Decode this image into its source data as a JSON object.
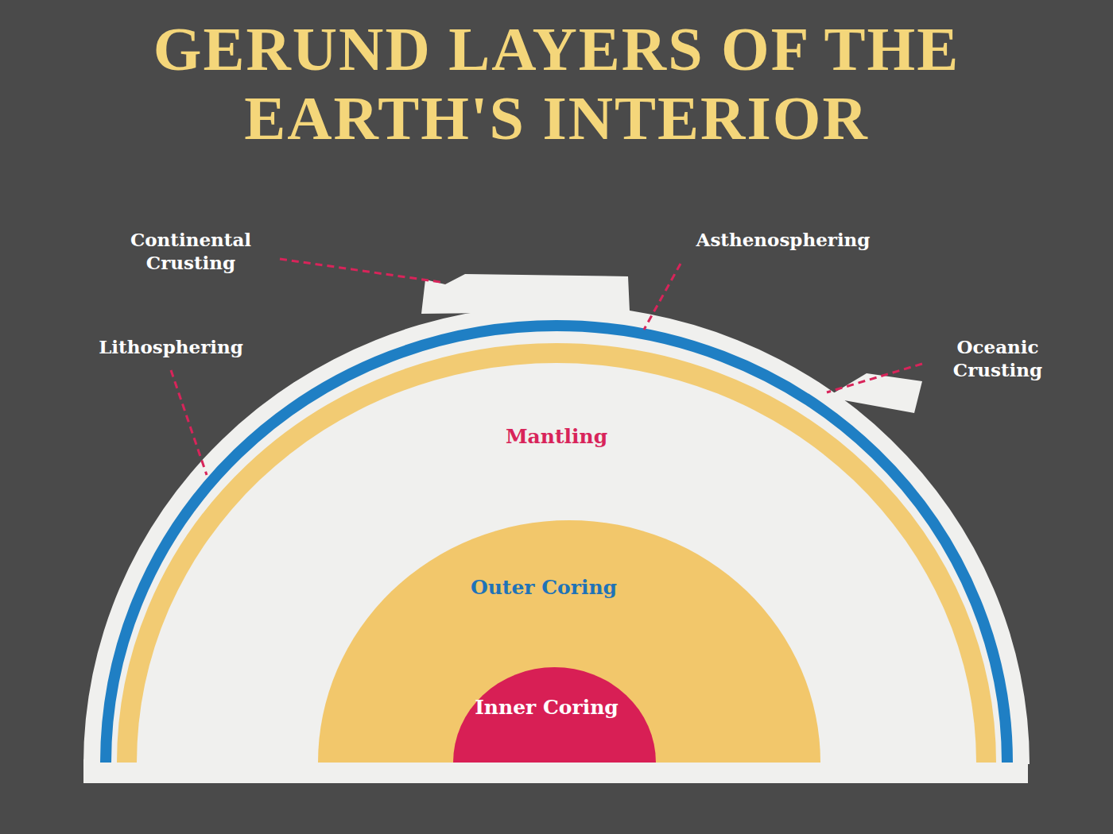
{
  "diagram": {
    "title": "GERUND LAYERS OF THE EARTH'S INTERIOR",
    "nodes": [
      {
        "text": [
          "Mantling"
        ]
      },
      {
        "text": [
          "Outer Coring"
        ],
        "in": 0
      },
      {
        "text": [
          "Inner Coring"
        ],
        "in": 1
      }
    ],
    "labels": [
      "Continental Crusting",
      "Asthenosphering",
      "Lithosphering",
      "Oceanic Crusting"
    ]
  }
}
